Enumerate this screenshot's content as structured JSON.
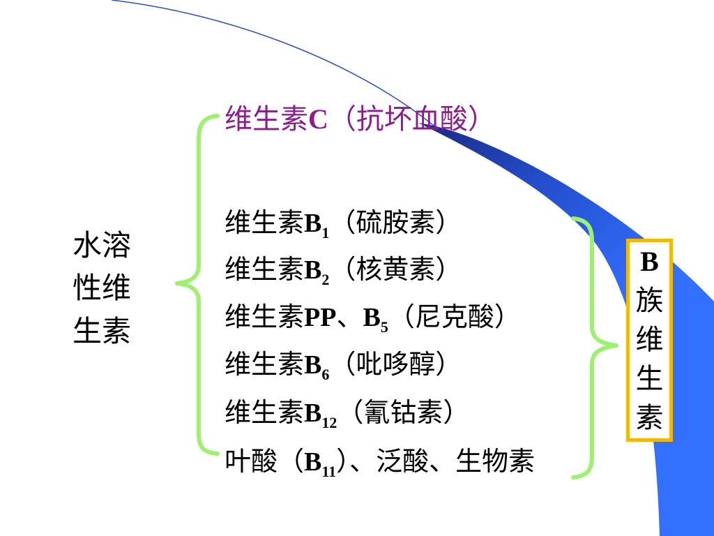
{
  "slide": {
    "category_lines": [
      "水溶",
      "性维",
      "生素"
    ],
    "title": {
      "prefix": "维生素",
      "letter": "C",
      "name": "（抗坏血酸）"
    },
    "b_items": [
      {
        "prefix": "维生素",
        "letter": "B",
        "sub": "1",
        "name": "（硫胺素）"
      },
      {
        "prefix": "维生素",
        "letter": "B",
        "sub": "2",
        "name": "（核黄素）"
      },
      {
        "prefix": "维生素",
        "letter": "PP",
        "sep": "、",
        "letter2": "B",
        "sub": "5",
        "name": "（尼克酸）"
      },
      {
        "prefix": "维生素",
        "letter": "B",
        "sub": "6",
        "name": "（吡哆醇）"
      },
      {
        "prefix": "维生素",
        "letter": "B",
        "sub": "12",
        "name": "（氰钴素）"
      },
      {
        "prefix": "叶酸（",
        "letter": "B",
        "sub": "11",
        "name": "）、泛酸、生物素"
      }
    ],
    "group_label": {
      "letter": "B",
      "chars": [
        "族",
        "维",
        "生",
        "素"
      ]
    }
  },
  "colors": {
    "title": "#8b1e8b",
    "brace": "#9ef06f",
    "group_box_border": "#f5b800",
    "accent_dark_blue": "#1a2c8c",
    "accent_bright_blue": "#3370ff",
    "text": "#000000"
  }
}
